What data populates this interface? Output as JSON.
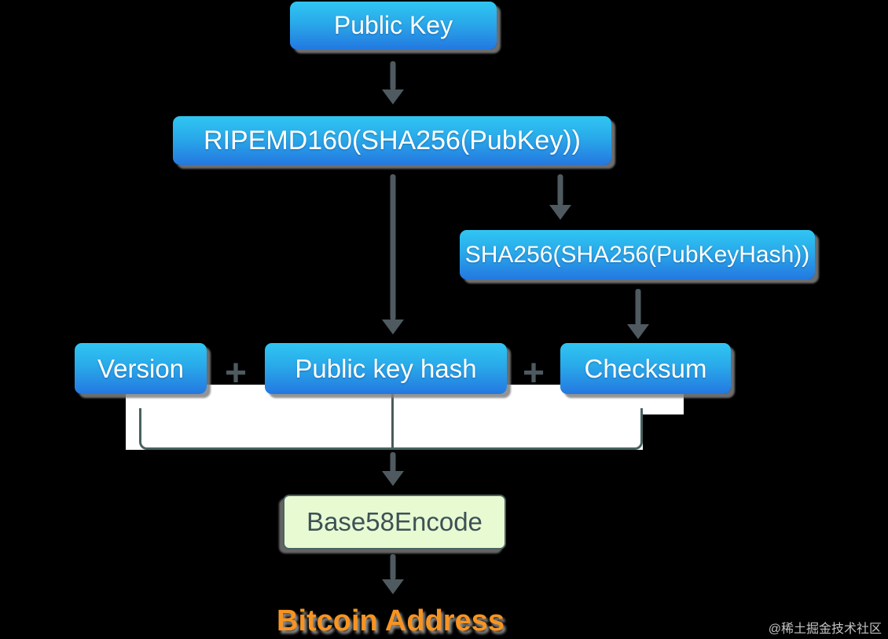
{
  "diagram": {
    "nodes": {
      "public_key": {
        "label": "Public Key"
      },
      "ripemd": {
        "label": "RIPEMD160(SHA256(PubKey))"
      },
      "sha256": {
        "label": "SHA256(SHA256(PubKeyHash))"
      },
      "version": {
        "label": "Version"
      },
      "public_key_hash": {
        "label": "Public key hash"
      },
      "checksum": {
        "label": "Checksum"
      },
      "base58_encode": {
        "label": "Base58Encode"
      },
      "bitcoin_address": {
        "label": "Bitcoin Address"
      }
    },
    "operators": {
      "plus_version_pkh": "+",
      "plus_pkh_checksum": "+"
    },
    "colors": {
      "background": "#000000",
      "node_gradient_top": "#30c6f2",
      "node_gradient_bottom": "#2478e0",
      "node_text": "#ffffff",
      "arrow": "#4e5a60",
      "bracket": "#47625f",
      "panel": "#ffffff",
      "base58_fill": "#e7fad2",
      "base58_text": "#3e5156",
      "bitcoin_address_text": "#f79421"
    },
    "watermark": "@稀土掘金技术社区"
  }
}
